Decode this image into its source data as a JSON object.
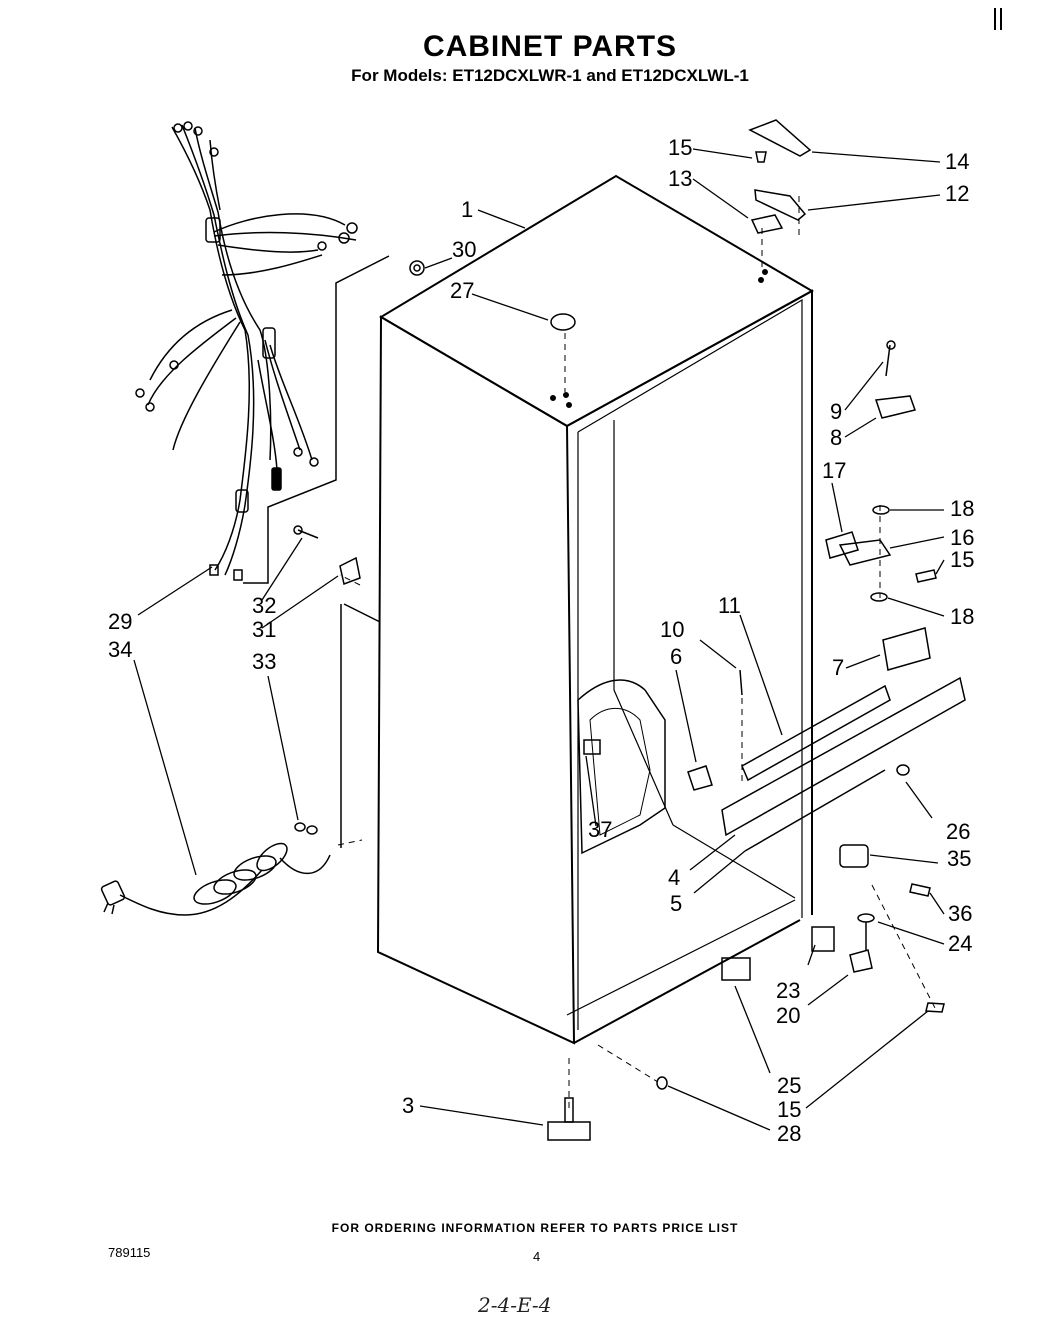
{
  "header": {
    "title": "CABINET PARTS",
    "subtitle": "For Models: ET12DCXLWR-1  and ET12DCXLWL-1"
  },
  "callouts": [
    "1",
    "3",
    "4",
    "5",
    "6",
    "7",
    "8",
    "9",
    "10",
    "11",
    "12",
    "13",
    "14",
    "15",
    "15",
    "15",
    "15",
    "16",
    "17",
    "18",
    "18",
    "20",
    "23",
    "24",
    "25",
    "26",
    "27",
    "28",
    "29",
    "30",
    "31",
    "32",
    "33",
    "34",
    "35",
    "36",
    "37"
  ],
  "footer": {
    "ordering_note": "FOR ORDERING INFORMATION REFER TO PARTS PRICE LIST",
    "doc_number": "789115",
    "page_number": "4",
    "handwritten_note": "2-4-E-4"
  },
  "colors": {
    "ink": "#000000",
    "paper": "#ffffff"
  }
}
